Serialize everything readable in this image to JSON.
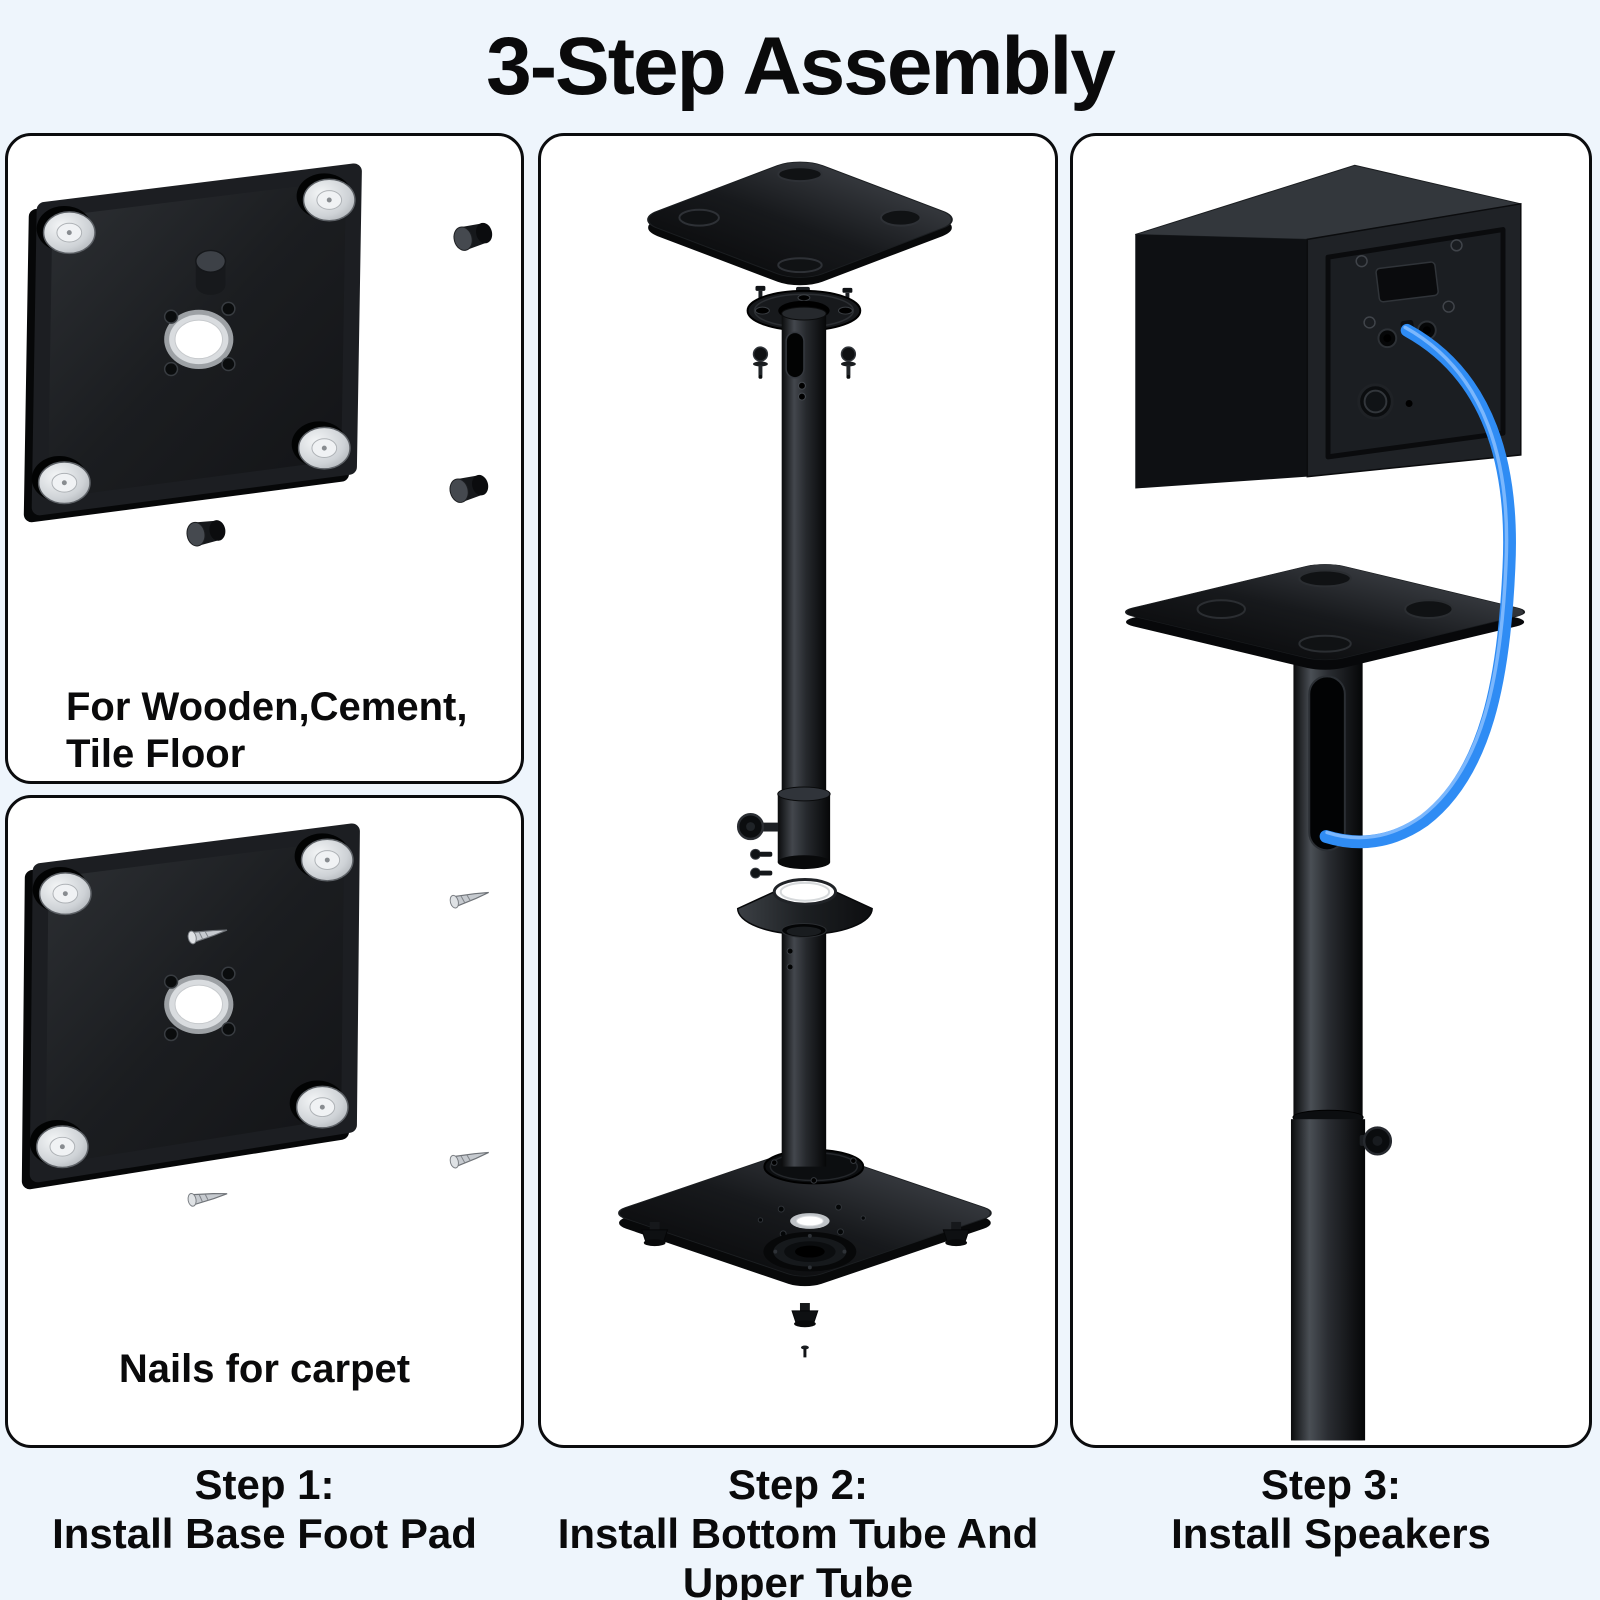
{
  "title": "3-Step Assembly",
  "colors": {
    "background": "#eef5fc",
    "panel_background": "#ffffff",
    "panel_border": "#0b0c0e",
    "text": "#0a0a0b",
    "cable_blue": "#2f8cf4",
    "metal_black": "#17191c",
    "metal_silver": "#d4d7da"
  },
  "panels": {
    "wooden_floor": {
      "illustration": "base-plate-with-rubber-foot-pads",
      "label_line1": "For Wooden,Cement,",
      "label_line2": "Tile Floor"
    },
    "carpet": {
      "illustration": "base-plate-with-carpet-spike-nails",
      "label": "Nails for carpet"
    },
    "tube_assembly": {
      "illustration": "exploded-stand-tube-assembly"
    },
    "speaker_install": {
      "illustration": "speaker-mounted-on-stand-with-cable"
    }
  },
  "steps": [
    {
      "title": "Step 1:",
      "lines": [
        "Install Base Foot Pad"
      ]
    },
    {
      "title": "Step 2:",
      "lines": [
        "Install Bottom Tube And",
        "Upper Tube"
      ]
    },
    {
      "title": "Step 3:",
      "lines": [
        "Install Speakers"
      ]
    }
  ]
}
